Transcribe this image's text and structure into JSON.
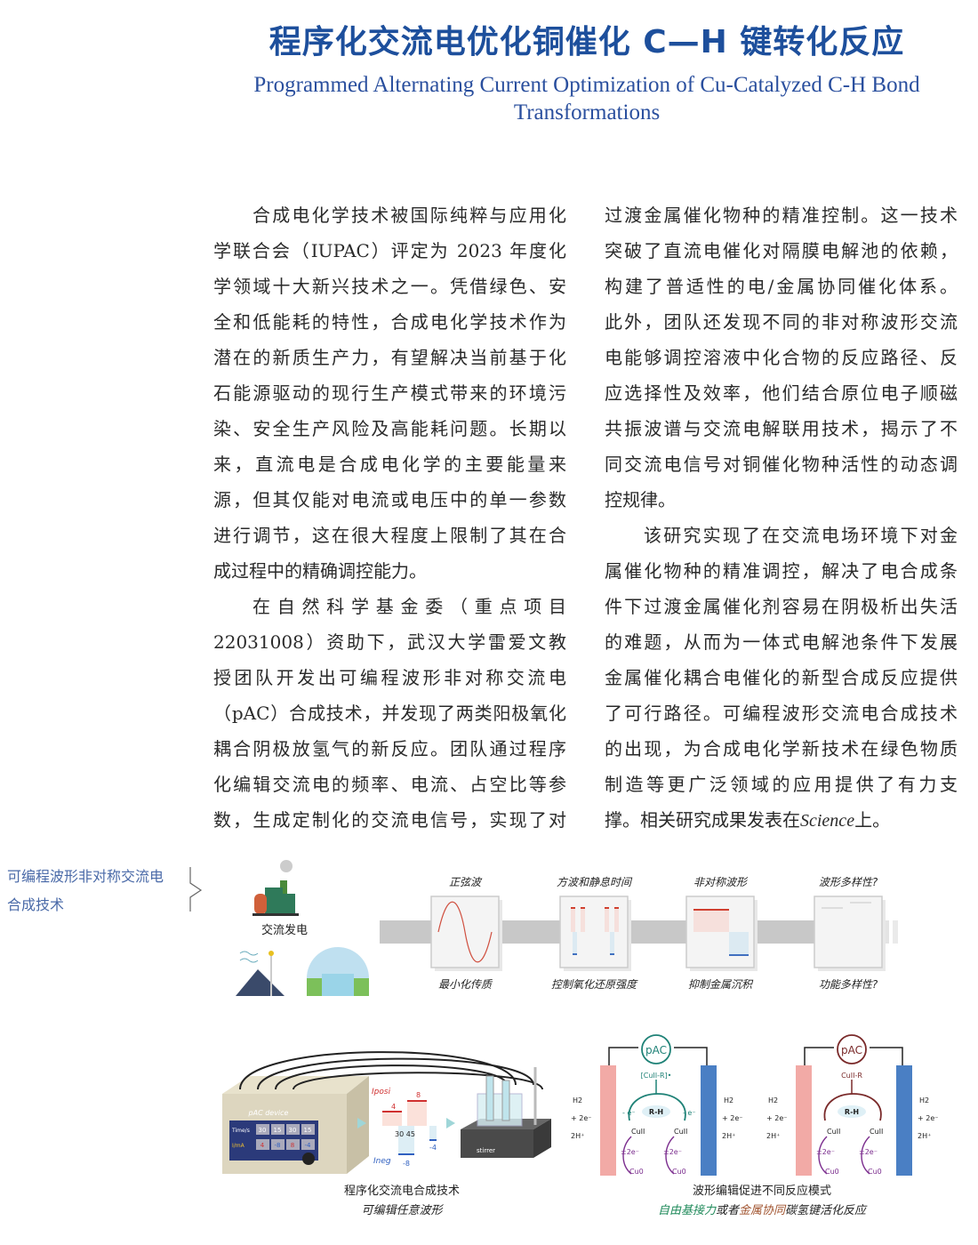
{
  "header": {
    "title": "程序化交流电优化铜催化 C—H 键转化反应",
    "subtitle_line1": "Programmed Alternating Current Optimization of Cu-Catalyzed C-H Bond",
    "subtitle_line2": "Transformations"
  },
  "left_column": [
    "合成电化学技术被国际纯粹与应用化",
    "学联合会（IUPAC）评定为 2023 年度化",
    "学领域十大新兴技术之一。凭借绿色、安",
    "全和低能耗的特性，合成电化学技术作为",
    "潜在的新质生产力，有望解决当前基于化",
    "石能源驱动的现行生产模式带来的环境污",
    "染、安全生产风险及高能耗问题。长期以",
    "来，直流电是合成电化学的主要能量来",
    "源，但其仅能对电流或电压中的单一参数",
    "进行调节，这在很大程度上限制了其在合",
    "成过程中的精确调控能力。",
    "在自然科学基金委（重点项目",
    "22031008）资助下，武汉大学雷爱文教",
    "授团队开发出可编程波形非对称交流电",
    "（pAC）合成技术，并发现了两类阳极氧化",
    "耦合阴极放氢气的新反应。团队通过程序",
    "化编辑交流电的频率、电流、占空比等参",
    "数，生成定制化的交流电信号，实现了对"
  ],
  "right_column": [
    "过渡金属催化物种的精准控制。这一技术",
    "突破了直流电催化对隔膜电解池的依赖，",
    "构建了普适性的电/金属协同催化体系。",
    "此外，团队还发现不同的非对称波形交流",
    "电能够调控溶液中化合物的反应路径、反",
    "应选择性及效率，他们结合原位电子顺磁",
    "共振波谱与交流电解联用技术，揭示了不",
    "同交流电信号对铜催化物种活性的动态调",
    "控规律。",
    "该研究实现了在交流电场环境下对金",
    "属催化物种的精准调控，解决了电合成条",
    "件下过渡金属催化剂容易在阴极析出失活",
    "的难题，从而为一体式电解池条件下发展",
    "金属催化耦合电催化的新型合成反应提供",
    "了可行路径。可编程波形交流电合成技术",
    "的出现，为合成电化学新技术在绿色物质",
    "制造等更广泛领域的应用提供了有力支"
  ],
  "right_last": {
    "pre": "撑。相关研究成果发表在",
    "journal": "Science",
    "post": "上。"
  },
  "side_label": {
    "line1": "可编程波形非对称交流电",
    "line2": "合成技术"
  },
  "figure1": {
    "source_label": "交流发电",
    "panels": [
      {
        "top": "正弦波",
        "bottom": "最小化传质"
      },
      {
        "top": "方波和静息时间",
        "bottom": "控制氧化还原强度"
      },
      {
        "top": "非对称波形",
        "bottom": "抑制金属沉积"
      },
      {
        "top": "波形多样性?",
        "bottom": "功能多样性?"
      }
    ]
  },
  "figure2": {
    "device_label": "pAC device",
    "time_label": "Time/s",
    "current_label": "I/mA",
    "times": [
      "30",
      "15",
      "30",
      "15"
    ],
    "currents": [
      "4",
      "-8",
      "8",
      "-4"
    ],
    "i_pos": "Iposi",
    "i_neg": "Ineg",
    "wave_vals": [
      "4",
      "8",
      "-8",
      "-4"
    ],
    "wave_times": "30 45",
    "stirrer": "stirrer",
    "caption1": "程序化交流电合成技术",
    "caption2": "可编辑任意波形",
    "pac": "pAC",
    "radical": "[CuII-R]•",
    "organocu": "CuII-R",
    "rh": "R-H",
    "minus_e": "- e⁻",
    "cu2": "CuII",
    "cu0": "Cu0",
    "pm2e": "±2e⁻",
    "h2": "H2",
    "plus2e": "+ 2e⁻",
    "twoh": "2H⁺",
    "caption3": "波形编辑促进不同反应模式",
    "caption4_a": "自由基接力",
    "caption4_b": "或者",
    "caption4_c": "金属协同",
    "caption4_d": "碳氢键活化反应"
  },
  "colors": {
    "title": "#1d4f9c",
    "anode": "#f2aaa6",
    "cathode": "#4a7fc4",
    "radical": "#1f8277",
    "metal": "#7a2a2a",
    "cu_cycle": "#7b2d8e"
  }
}
